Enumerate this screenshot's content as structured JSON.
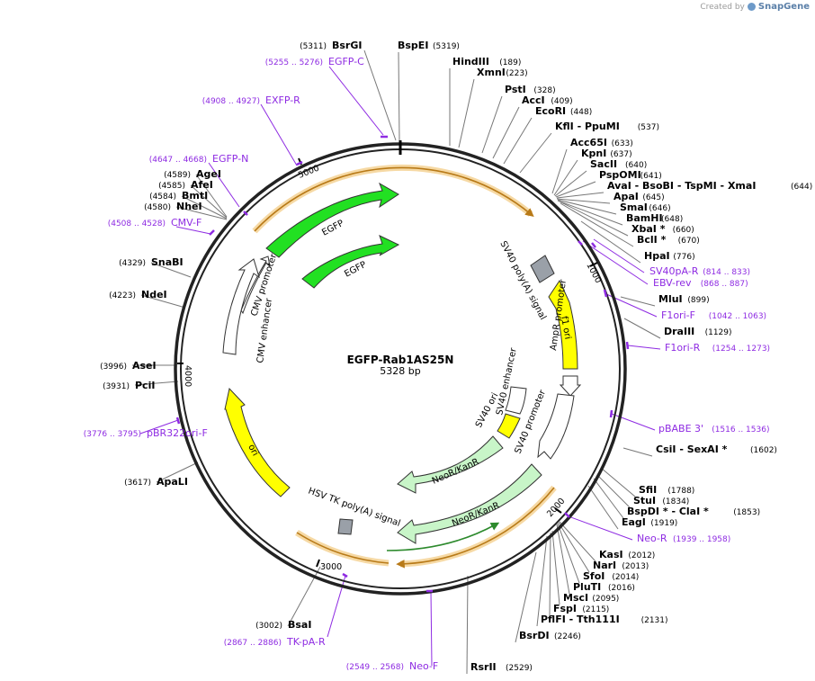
{
  "credit": {
    "prefix": "Created by",
    "brand": "SnapGene"
  },
  "plasmid": {
    "name": "EGFP-Rab1AS25N",
    "size": "5328 bp"
  },
  "ticks": [
    "1000",
    "2000",
    "3000",
    "4000",
    "5000"
  ],
  "features": [
    {
      "label": "EGFP",
      "color": "#22e022"
    },
    {
      "label": "EGFP",
      "color": "#22e022"
    },
    {
      "label": "CMV promoter",
      "color": "#ffffff"
    },
    {
      "label": "CMV enhancer",
      "color": "#ffffff"
    },
    {
      "label": "SV40 poly(A) signal",
      "color": "#9aa0a8"
    },
    {
      "label": "f1 ori",
      "color": "#ffff00"
    },
    {
      "label": "AmpR promoter",
      "color": "#ffffff"
    },
    {
      "label": "SV40 promoter",
      "color": "#ffffff"
    },
    {
      "label": "SV40 enhancer",
      "color": "#ffffff"
    },
    {
      "label": "SV40 ori",
      "color": "#ffff00"
    },
    {
      "label": "NeoR/KanR",
      "color": "#c8f5c8"
    },
    {
      "label": "NeoR/KanR",
      "color": "#c8f5c8"
    },
    {
      "label": "HSV TK poly(A) signal",
      "color": "#9aa0a8"
    },
    {
      "label": "ori",
      "color": "#ffff00"
    }
  ],
  "sites": [
    {
      "name": "BsrGI",
      "pos": "(5311)"
    },
    {
      "name": "BspEI",
      "pos": "(5319)"
    },
    {
      "name": "HindIII",
      "pos": "(189)"
    },
    {
      "name": "XmnI",
      "pos": "(223)"
    },
    {
      "name": "PstI",
      "pos": "(328)"
    },
    {
      "name": "AccI",
      "pos": "(409)"
    },
    {
      "name": "EcoRI",
      "pos": "(448)"
    },
    {
      "name": "KflI  - PpuMI",
      "pos": "(537)"
    },
    {
      "name": "Acc65I",
      "pos": "(633)"
    },
    {
      "name": "KpnI",
      "pos": "(637)"
    },
    {
      "name": "SacII",
      "pos": "(640)"
    },
    {
      "name": "PspOMI",
      "pos": "(641)"
    },
    {
      "name": "AvaI  - BsoBI  - TspMI  - XmaI",
      "pos": "(644)"
    },
    {
      "name": "ApaI",
      "pos": "(645)"
    },
    {
      "name": "SmaI",
      "pos": "(646)"
    },
    {
      "name": "BamHI",
      "pos": "(648)"
    },
    {
      "name": "XbaI *",
      "pos": "(660)"
    },
    {
      "name": "BclI *",
      "pos": "(670)"
    },
    {
      "name": "HpaI",
      "pos": "(776)"
    },
    {
      "name": "MluI",
      "pos": "(899)"
    },
    {
      "name": "DraIII",
      "pos": "(1129)"
    },
    {
      "name": "CsiI  - SexAI *",
      "pos": "(1602)"
    },
    {
      "name": "SfiI",
      "pos": "(1788)"
    },
    {
      "name": "StuI",
      "pos": "(1834)"
    },
    {
      "name": "BspDI *  - ClaI *",
      "pos": "(1853)"
    },
    {
      "name": "EagI",
      "pos": "(1919)"
    },
    {
      "name": "KasI",
      "pos": "(2012)"
    },
    {
      "name": "NarI",
      "pos": "(2013)"
    },
    {
      "name": "SfoI",
      "pos": "(2014)"
    },
    {
      "name": "PluTI",
      "pos": "(2016)"
    },
    {
      "name": "MscI",
      "pos": "(2095)"
    },
    {
      "name": "FspI",
      "pos": "(2115)"
    },
    {
      "name": "PflFI  - Tth111I",
      "pos": "(2131)"
    },
    {
      "name": "BsrDI",
      "pos": "(2246)"
    },
    {
      "name": "RsrII",
      "pos": "(2529)"
    },
    {
      "name": "BsaI",
      "pos": "(3002)"
    },
    {
      "name": "ApaLI",
      "pos": "(3617)"
    },
    {
      "name": "PciI",
      "pos": "(3931)"
    },
    {
      "name": "AseI",
      "pos": "(3996)"
    },
    {
      "name": "NdeI",
      "pos": "(4223)"
    },
    {
      "name": "SnaBI",
      "pos": "(4329)"
    },
    {
      "name": "NheI",
      "pos": "(4580)"
    },
    {
      "name": "BmtI",
      "pos": "(4584)"
    },
    {
      "name": "AfeI",
      "pos": "(4585)"
    },
    {
      "name": "AgeI",
      "pos": "(4589)"
    }
  ],
  "primers": [
    {
      "name": "EGFP-C",
      "pos": "(5255 .. 5276)"
    },
    {
      "name": "EXFP-R",
      "pos": "(4908 .. 4927)"
    },
    {
      "name": "EGFP-N",
      "pos": "(4647 .. 4668)"
    },
    {
      "name": "CMV-F",
      "pos": "(4508 .. 4528)"
    },
    {
      "name": "SV40pA-R",
      "pos": "(814 .. 833)"
    },
    {
      "name": "EBV-rev",
      "pos": "(868 .. 887)"
    },
    {
      "name": "F1ori-F",
      "pos": "(1042 .. 1063)"
    },
    {
      "name": "F1ori-R",
      "pos": "(1254 .. 1273)"
    },
    {
      "name": "pBABE 3'",
      "pos": "(1516 .. 1536)"
    },
    {
      "name": "Neo-R",
      "pos": "(1939 .. 1958)"
    },
    {
      "name": "pBR322ori-F",
      "pos": "(3776 .. 3795)"
    },
    {
      "name": "TK-pA-R",
      "pos": "(2867 .. 2886)"
    },
    {
      "name": "Neo-F",
      "pos": "(2549 .. 2568)"
    }
  ]
}
